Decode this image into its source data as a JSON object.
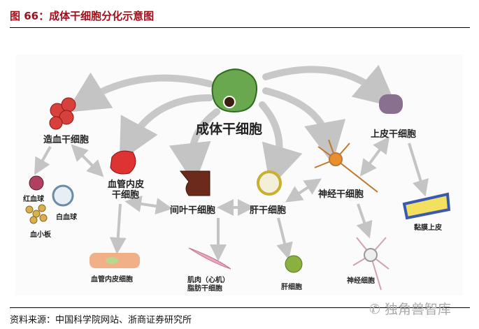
{
  "figure": {
    "title": "图 66：成体干细胞分化示意图"
  },
  "diagram": {
    "center": "成体干细胞",
    "hematopoietic": "造血干细胞",
    "endothelial_stem_1": "血管内皮",
    "endothelial_stem_2": "干细胞",
    "red_blood": "红血球",
    "white_blood": "白血球",
    "platelet": "血小板",
    "mesenchymal": "间叶干细胞",
    "liver_stem": "肝干细胞",
    "neural_stem": "神经干细胞",
    "epithelial_stem": "上皮干细胞",
    "mucosa": "黏膜上皮",
    "endothelial_cell": "血管内皮细胞",
    "muscle_1": "肌肉（心机）",
    "muscle_2": "脂肪干细胞",
    "liver_cell": "肝细胞",
    "neuron": "神经细胞"
  },
  "footer": {
    "source": "资料来源：中国科学院网站、浙商证券研究所",
    "watermark": "独角兽智库"
  },
  "colors": {
    "title": "#a0101a",
    "arrow": "#c4c4c4"
  }
}
